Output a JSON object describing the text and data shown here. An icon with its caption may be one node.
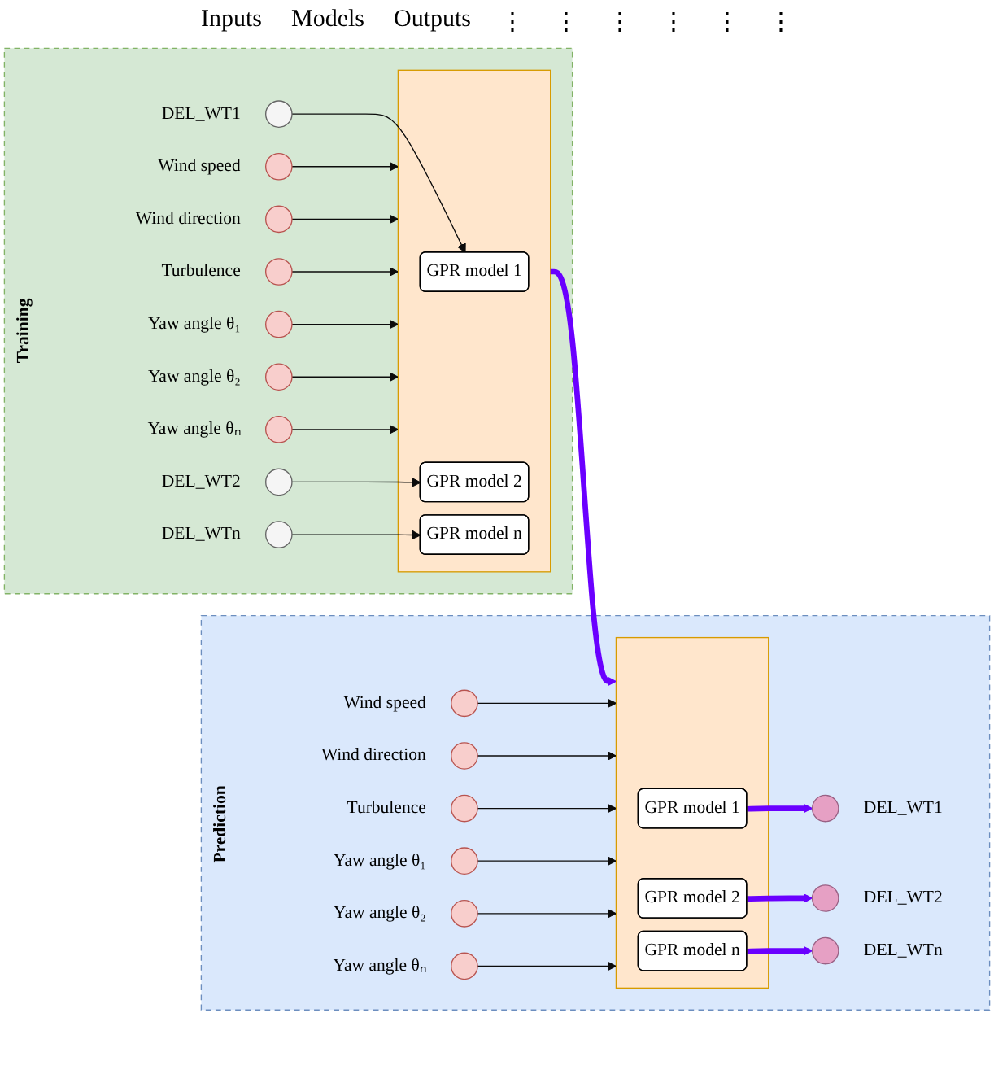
{
  "diagram": {
    "nodes": [
      {
        "text": [
          "Training"
        ]
      },
      {
        "text": [],
        "shape": "circle",
        "in": 0,
        "beside": [
          "Wind speed"
        ]
      },
      {
        "text": [],
        "shape": "circle",
        "in": 0,
        "beside": [
          "Wind direction"
        ]
      },
      {
        "text": [],
        "shape": "circle",
        "in": 0,
        "beside": [
          "Turbulence"
        ]
      },
      {
        "text": [],
        "shape": "circle",
        "in": 0,
        "beside": [
          "Yaw angle θ₁"
        ]
      },
      {
        "text": [],
        "shape": "circle",
        "in": 0,
        "beside": [
          "Yaw angle θ₂"
        ]
      },
      {
        "text": [],
        "shape": "circle",
        "in": 0,
        "beside": [
          "Yaw angle θₙ"
        ]
      },
      {
        "text": [],
        "shape": "box",
        "in": 0
      },
      {
        "text": [
          "GPR model 1"
        ],
        "in": 7
      },
      {
        "text": [
          "GPR model 2"
        ],
        "in": 7
      },
      {
        "text": [
          "GPR model n"
        ],
        "in": 7
      },
      {
        "text": [],
        "shape": "circle",
        "in": 0,
        "beside": [
          "DEL_WT1"
        ]
      },
      {
        "text": [],
        "shape": "circle",
        "in": 0,
        "beside": [
          "DEL_WT2"
        ]
      },
      {
        "text": [],
        "shape": "circle",
        "in": 0,
        "beside": [
          "DEL_WTn"
        ]
      },
      {
        "text": [
          "Prediction"
        ]
      },
      {
        "text": [],
        "shape": "circle",
        "in": 14,
        "beside": [
          "Wind speed"
        ]
      },
      {
        "text": [],
        "shape": "circle",
        "in": 14,
        "beside": [
          "Wind direction"
        ]
      },
      {
        "text": [],
        "shape": "circle",
        "in": 14,
        "beside": [
          "Turbulence"
        ]
      },
      {
        "text": [],
        "shape": "circle",
        "in": 14,
        "beside": [
          "Yaw angle θ₁"
        ]
      },
      {
        "text": [],
        "shape": "circle",
        "in": 14,
        "beside": [
          "Yaw angle θ₂"
        ]
      },
      {
        "text": [],
        "shape": "circle",
        "in": 14,
        "beside": [
          "Yaw angle θₙ"
        ]
      },
      {
        "text": [],
        "shape": "box",
        "in": 14
      },
      {
        "text": [
          "GPR model 1"
        ],
        "in": 21
      },
      {
        "text": [
          "GPR model 2"
        ],
        "in": 21
      },
      {
        "text": [
          "GPR model n"
        ],
        "in": 21
      },
      {
        "text": [],
        "shape": "circle",
        "in": 14,
        "beside": [
          "DEL_WT1"
        ]
      },
      {
        "text": [],
        "shape": "circle",
        "in": 14,
        "beside": [
          "DEL_WT2"
        ]
      },
      {
        "text": [],
        "shape": "circle",
        "in": 14,
        "beside": [
          "DEL_WTn"
        ]
      }
    ],
    "edges": [
      {
        "from": 1,
        "to": 7,
        "arrow": "to"
      },
      {
        "from": 2,
        "to": 7,
        "arrow": "to"
      },
      {
        "from": 3,
        "to": 7,
        "arrow": "to"
      },
      {
        "from": 4,
        "to": 7,
        "arrow": "to"
      },
      {
        "from": 5,
        "to": 7,
        "arrow": "to"
      },
      {
        "from": 6,
        "to": 7,
        "arrow": "to"
      },
      {
        "from": 11,
        "to": 8,
        "arrow": "to"
      },
      {
        "from": 12,
        "to": 9,
        "arrow": "to"
      },
      {
        "from": 13,
        "to": 10,
        "arrow": "to"
      },
      {
        "from": 7,
        "to": 21,
        "arrow": "to",
        "style": "thick",
        "color": "#6a00ff"
      },
      {
        "from": 15,
        "to": 21,
        "arrow": "to"
      },
      {
        "from": 16,
        "to": 21,
        "arrow": "to"
      },
      {
        "from": 17,
        "to": 21,
        "arrow": "to"
      },
      {
        "from": 18,
        "to": 21,
        "arrow": "to"
      },
      {
        "from": 19,
        "to": 21,
        "arrow": "to"
      },
      {
        "from": 20,
        "to": 21,
        "arrow": "to"
      },
      {
        "from": 22,
        "to": 25,
        "arrow": "to",
        "style": "thick",
        "color": "#6a00ff"
      },
      {
        "from": 23,
        "to": 26,
        "arrow": "to",
        "style": "thick",
        "color": "#6a00ff"
      },
      {
        "from": 24,
        "to": 27,
        "arrow": "to",
        "style": "thick",
        "color": "#6a00ff"
      }
    ],
    "labels": [
      "Inputs",
      "Models",
      "Outputs",
      "⋮",
      "⋮",
      "⋮",
      "⋮",
      "⋮",
      "⋮"
    ]
  }
}
